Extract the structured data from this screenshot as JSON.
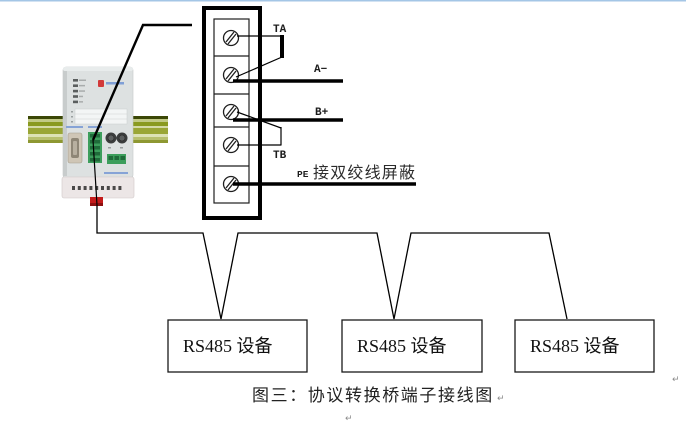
{
  "figure": {
    "terminal_block": {
      "terminal_count": 5,
      "labels": {
        "ta": "TA",
        "a_minus": "A−",
        "b_plus": "B+",
        "tb": "TB",
        "pe_prefix": "PE",
        "pe_text": "接双绞线屏蔽"
      }
    },
    "rs485_devices": [
      {
        "label": "RS485 设备"
      },
      {
        "label": "RS485 设备"
      },
      {
        "label": "RS485 设备"
      }
    ]
  },
  "caption": {
    "text": "图三：协议转换桥端子接线图",
    "paragraph_mark": "↵"
  },
  "paragraph_mark": "↵",
  "colors": {
    "wire": "#000000",
    "header_rule": "#a4c6e6",
    "din_rail": "#8a9a20",
    "terminal_green": "#3c9e5c",
    "clip_red": "#c41a1a"
  }
}
